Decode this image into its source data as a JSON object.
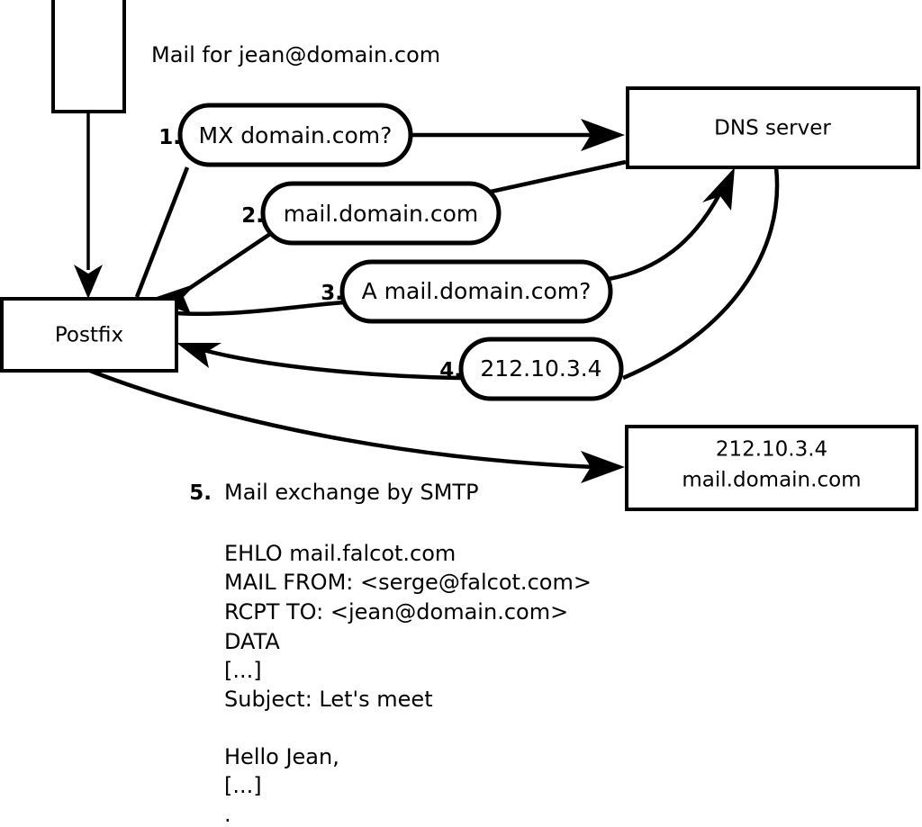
{
  "diagram": {
    "title_text": "Mail for jean@domain.com",
    "nodes": {
      "mail_client": {
        "label": ""
      },
      "postfix": {
        "label": "Postfix"
      },
      "dns_server": {
        "label": "DNS server"
      },
      "destination_server": {
        "line1": "212.10.3.4",
        "line2": "mail.domain.com"
      }
    },
    "steps": [
      {
        "num": "1.",
        "label": "MX domain.com?"
      },
      {
        "num": "2.",
        "label": "mail.domain.com"
      },
      {
        "num": "3.",
        "label": "A mail.domain.com?"
      },
      {
        "num": "4.",
        "label": "212.10.3.4"
      },
      {
        "num": "5.",
        "label": "Mail exchange by SMTP"
      }
    ],
    "smtp_transcript": [
      "EHLO mail.falcot.com",
      "MAIL FROM: <serge@falcot.com>",
      "RCPT TO: <jean@domain.com>",
      "DATA",
      "[...]",
      "Subject: Let's meet",
      "",
      "Hello Jean,",
      "[...]",
      "."
    ],
    "colors": {
      "stroke": "#000000",
      "fill": "#ffffff",
      "background": "#ffffff"
    }
  }
}
